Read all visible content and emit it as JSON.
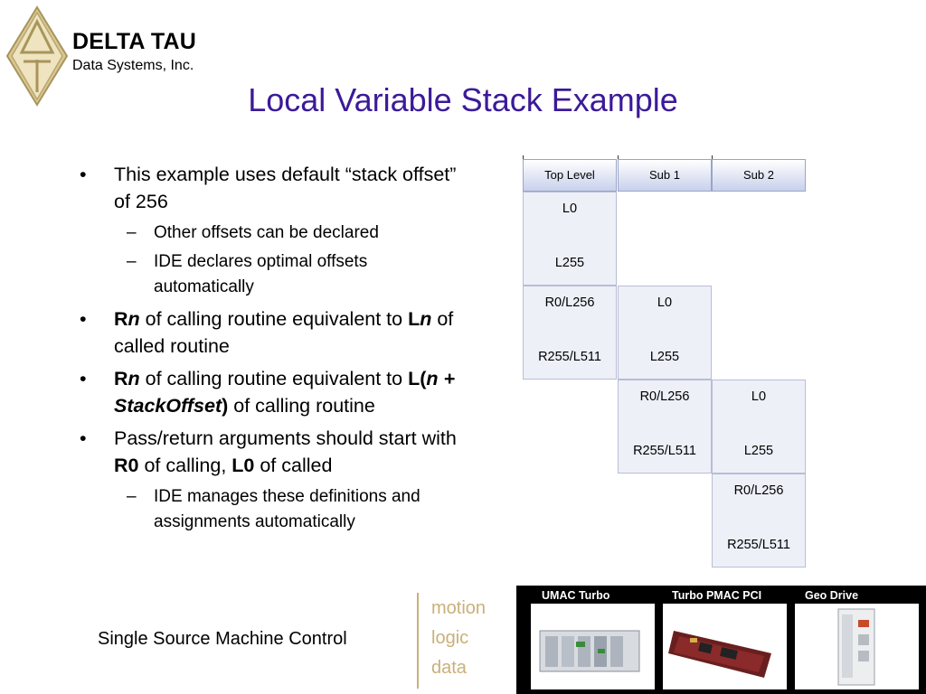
{
  "brand": {
    "name": "DELTA TAU",
    "subtitle": "Data Systems, Inc."
  },
  "slide": {
    "title": "Local Variable Stack Example"
  },
  "bullets": {
    "b1": "This example uses default “stack offset” of 256",
    "b1_sub1": "Other offsets can be declared",
    "b1_sub2": "IDE declares optimal offsets automatically",
    "b2": {
      "r": "R",
      "n": "n",
      "mid": " of calling routine equivalent to ",
      "l": "L",
      "n2": "n",
      "end": " of called routine"
    },
    "b3": {
      "r": "R",
      "n": "n",
      "mid": " of calling routine equivalent to ",
      "lopen": "L(",
      "expr": "n + StackOffset",
      "lclose": ")",
      "end": " of calling routine"
    },
    "b4": {
      "start": "Pass/return arguments should start with ",
      "r0": "R0",
      "mid": " of calling, ",
      "l0": "L0",
      "end": " of called"
    },
    "b4_sub1": "IDE manages these definitions and assignments automatically",
    "bullet_char": "•",
    "dash_char": "–"
  },
  "stack_table": {
    "headers": [
      "Top Level",
      "Sub 1",
      "Sub 2"
    ],
    "cells": {
      "c0_0": {
        "top": "L0",
        "bottom": "L255"
      },
      "c1_0": {
        "top": "R0/L256",
        "bottom": "R255/L511"
      },
      "c1_1": {
        "top": "L0",
        "bottom": "L255"
      },
      "c2_1": {
        "top": "R0/L256",
        "bottom": "R255/L511"
      },
      "c2_2": {
        "top": "L0",
        "bottom": "L255"
      },
      "c3_2": {
        "top": "R0/L256",
        "bottom": "R255/L511"
      }
    }
  },
  "footer": {
    "text": "Single Source Machine Control",
    "tags": [
      "motion",
      "logic",
      "data"
    ]
  },
  "products": [
    {
      "label": "UMAC Turbo"
    },
    {
      "label": "Turbo PMAC PCI"
    },
    {
      "label": "Geo Drive"
    }
  ],
  "colors": {
    "title": "#3b1a99",
    "gold": "#c9b079",
    "cell_bg": "#eef0f8"
  }
}
